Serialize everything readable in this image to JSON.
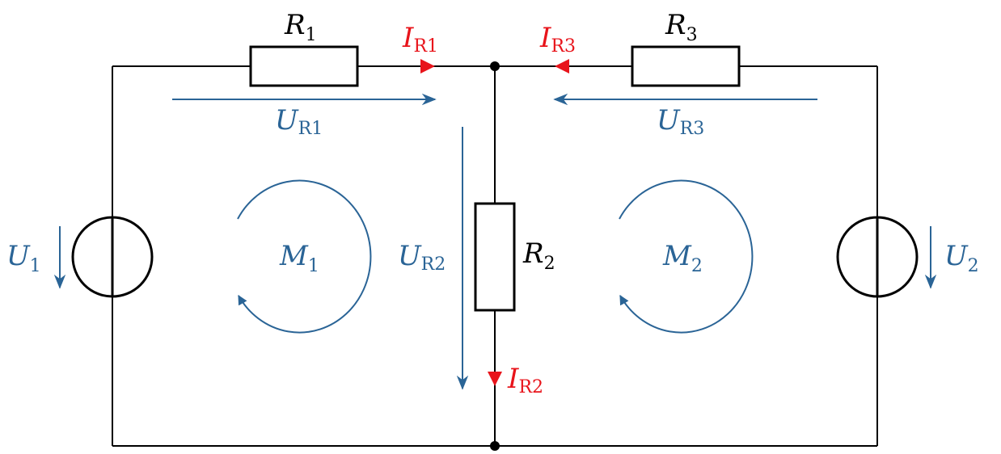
{
  "colors": {
    "wire": "#000000",
    "voltage": "#2a6496",
    "current": "#e8141b"
  },
  "resistors": {
    "r1": {
      "symbol": "R",
      "sub": "1"
    },
    "r2": {
      "symbol": "R",
      "sub": "2"
    },
    "r3": {
      "symbol": "R",
      "sub": "3"
    }
  },
  "currents": {
    "i_r1": {
      "symbol": "I",
      "sub": "R1"
    },
    "i_r2": {
      "symbol": "I",
      "sub": "R2"
    },
    "i_r3": {
      "symbol": "I",
      "sub": "R3"
    }
  },
  "voltages": {
    "u_r1": {
      "symbol": "U",
      "sub": "R1"
    },
    "u_r2": {
      "symbol": "U",
      "sub": "R2"
    },
    "u_r3": {
      "symbol": "U",
      "sub": "R3"
    },
    "u1": {
      "symbol": "U",
      "sub": "1"
    },
    "u2": {
      "symbol": "U",
      "sub": "2"
    }
  },
  "meshes": {
    "m1": {
      "symbol": "M",
      "sub": "1"
    },
    "m2": {
      "symbol": "M",
      "sub": "2"
    }
  }
}
